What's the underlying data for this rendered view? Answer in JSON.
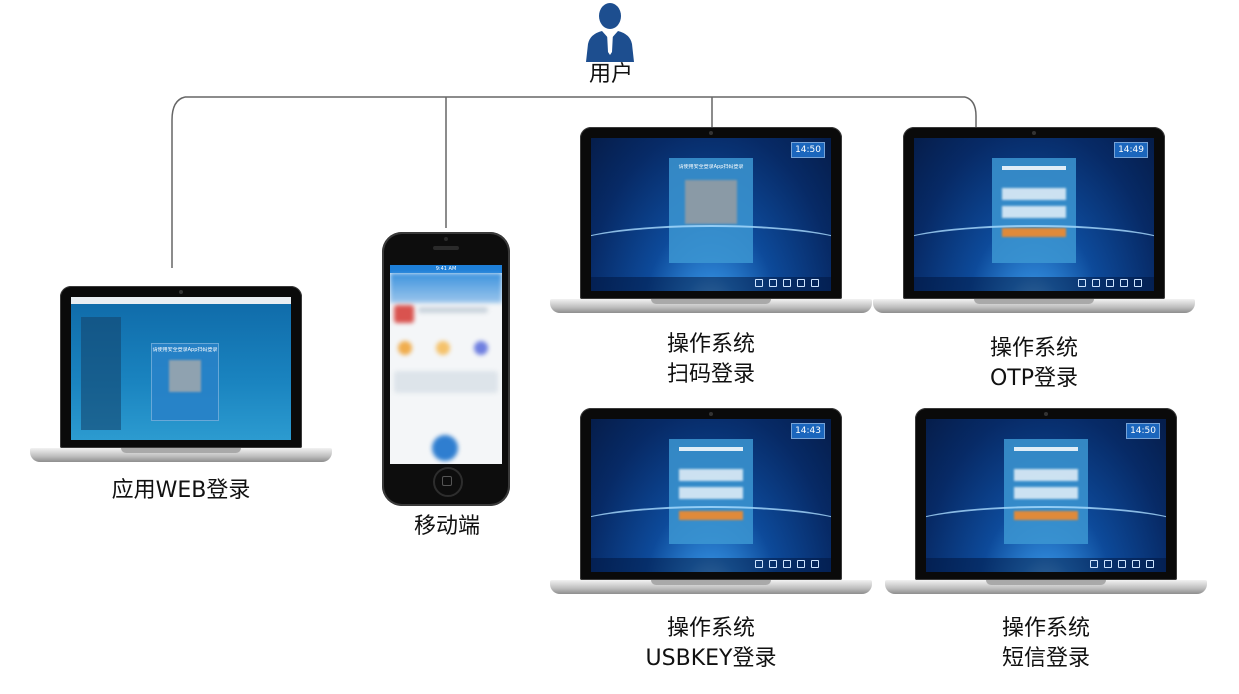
{
  "user": {
    "label": "用户",
    "icon": "user-icon"
  },
  "web": {
    "label": "应用WEB登录",
    "screen_title": "请使用安全登录App扫码登录"
  },
  "mobile": {
    "label": "移动端",
    "status_time": "9:41 AM"
  },
  "scan": {
    "label_line1": "操作系统",
    "label_line2": "扫码登录",
    "clock": "14:50",
    "screen_title": "请使用安全登录App扫码登录"
  },
  "otp": {
    "label_line1": "操作系统",
    "label_line2": "OTP登录",
    "clock": "14:49"
  },
  "usbkey": {
    "label_line1": "操作系统",
    "label_line2": "USBKEY登录",
    "clock": "14:43"
  },
  "sms": {
    "label_line1": "操作系统",
    "label_line2": "短信登录",
    "clock": "14:50"
  },
  "colors": {
    "user_icon": "#1d4e8f",
    "line": "#666666",
    "screen_blue": "#0d4a9a",
    "login_button": "#e08a3a"
  }
}
